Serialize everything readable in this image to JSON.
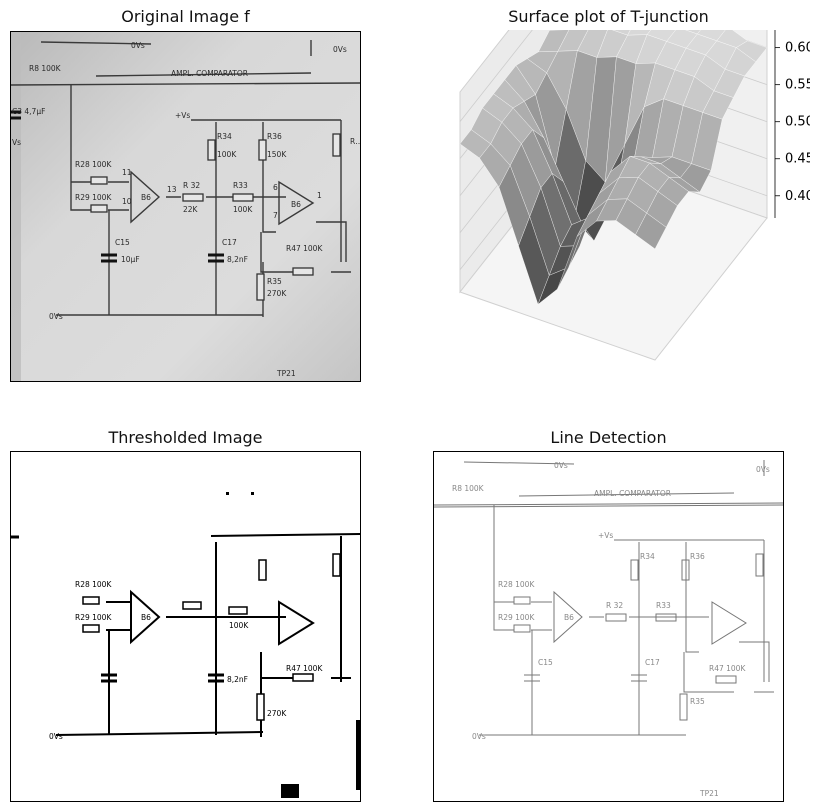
{
  "figure": {
    "panels": [
      {
        "title": "Original Image f"
      },
      {
        "title": "Surface plot of T-junction"
      },
      {
        "title": "Thresholded Image"
      },
      {
        "title": "Line Detection"
      }
    ]
  },
  "schematic": {
    "supply_top": "0Vs",
    "supply_top_right": "0Vs",
    "header_resistor": "R8 100K",
    "section_label": "AMPL. COMPARATOR",
    "left_cap": "C3 4,7µF",
    "left_supply": "Vs",
    "positive_supply": "+Vs",
    "r34": "R34",
    "r34_value": "100K",
    "r36": "R36",
    "r36_value": "150K",
    "r28": "R28 100K",
    "r29": "R29 100K",
    "opamp1": "B6",
    "opamp1_pin_in_plus": "11",
    "opamp1_pin_in_minus": "10",
    "opamp1_pin_out": "13",
    "r32": "R 32",
    "r32_value": "22K",
    "r33": "R33",
    "r33_value": "100K",
    "opamp2": "B6",
    "opamp2_pin6": "6",
    "opamp2_pin7": "7",
    "opamp2_pin_out": "1",
    "c15": "C15",
    "c15_value": "10µF",
    "c17": "C17",
    "c17_value": "8,2nF",
    "r47": "R47 100K",
    "r35": "R35",
    "r35_value": "270K",
    "bottom_supply": "0Vs",
    "tp": "TP21",
    "right_r": "R…"
  },
  "chart_data": {
    "type": "surface",
    "title": "Surface plot of T-junction",
    "zticks": [
      "0.60",
      "0.55",
      "0.50",
      "0.45",
      "0.40"
    ],
    "zlim": [
      0.37,
      0.64
    ],
    "grid": true,
    "colormap": "gray",
    "x": [
      0,
      1,
      2,
      3,
      4,
      5,
      6,
      7,
      8,
      9,
      10
    ],
    "y": [
      0,
      1,
      2,
      3,
      4,
      5,
      6,
      7,
      8,
      9,
      10
    ],
    "z": [
      [
        0.58,
        0.58,
        0.59,
        0.6,
        0.6,
        0.6,
        0.6,
        0.61,
        0.61,
        0.6,
        0.6
      ],
      [
        0.58,
        0.59,
        0.6,
        0.6,
        0.61,
        0.61,
        0.61,
        0.61,
        0.61,
        0.61,
        0.6
      ],
      [
        0.57,
        0.58,
        0.59,
        0.6,
        0.6,
        0.61,
        0.61,
        0.61,
        0.61,
        0.6,
        0.6
      ],
      [
        0.56,
        0.57,
        0.58,
        0.58,
        0.59,
        0.59,
        0.6,
        0.6,
        0.6,
        0.59,
        0.59
      ],
      [
        0.57,
        0.56,
        0.52,
        0.46,
        0.44,
        0.5,
        0.56,
        0.58,
        0.58,
        0.58,
        0.58
      ],
      [
        0.58,
        0.55,
        0.46,
        0.4,
        0.38,
        0.44,
        0.5,
        0.52,
        0.53,
        0.53,
        0.53
      ],
      [
        0.58,
        0.56,
        0.52,
        0.47,
        0.42,
        0.45,
        0.52,
        0.54,
        0.54,
        0.53,
        0.52
      ],
      [
        0.58,
        0.57,
        0.55,
        0.5,
        0.44,
        0.46,
        0.53,
        0.56,
        0.56,
        0.55,
        0.54
      ],
      [
        0.58,
        0.57,
        0.55,
        0.5,
        0.43,
        0.44,
        0.52,
        0.55,
        0.56,
        0.55,
        0.54
      ],
      [
        0.57,
        0.56,
        0.54,
        0.48,
        0.41,
        0.43,
        0.51,
        0.54,
        0.55,
        0.54,
        0.53
      ],
      [
        0.57,
        0.56,
        0.53,
        0.46,
        0.39,
        0.42,
        0.5,
        0.53,
        0.54,
        0.53,
        0.52
      ]
    ]
  }
}
